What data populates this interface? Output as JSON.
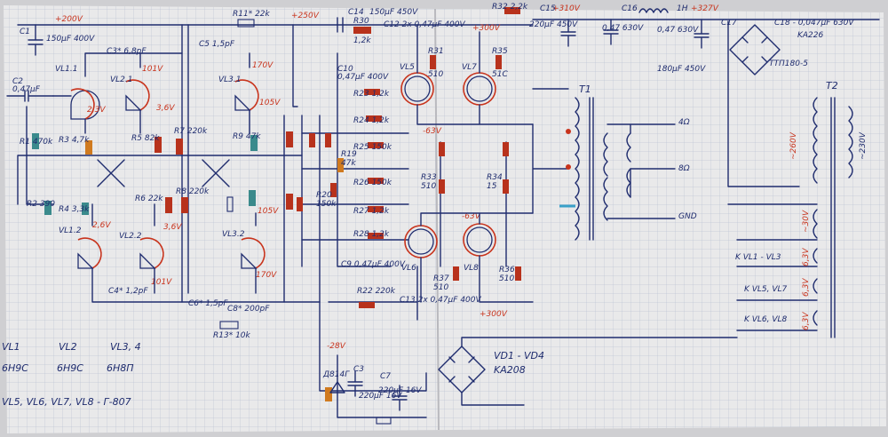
{
  "diagram": {
    "voltages": {
      "top_200": "+200V",
      "top_250": "+250V",
      "top_300": "+300V",
      "top_310": "+310V",
      "top_327": "+327V",
      "bottom_300": "+300V",
      "minus_28": "-28V",
      "minus_63a": "-63V",
      "minus_63b": "-63V"
    },
    "tubes": {
      "vl1_1": "VL1.1",
      "vl2_1": "VL2.1",
      "vl3_1": "VL3.1",
      "vl1_2": "VL1.2",
      "vl2_2": "VL2.2",
      "vl3_2": "VL3.2",
      "vl5": "VL5",
      "vl7": "VL7",
      "vl6": "VL6",
      "vl8": "VL8"
    },
    "tube_voltages": {
      "v101": "101V",
      "v101b": "101V",
      "v105": "105V",
      "v105b": "105V",
      "v170": "170V",
      "v170b": "170V",
      "v23": "2,3V",
      "v26": "2,6V",
      "v36": "3,6V",
      "v36b": "3,6V"
    },
    "components_top": {
      "c1": "C1",
      "c1_val": "150µF 400V",
      "c2": "C2",
      "c2_val": "0,47µF",
      "c3": "C3* 6,8pF",
      "c5": "C5 1,5pF",
      "r11": "R11* 22k",
      "c14": "C14",
      "c14_val": "150µF 450V",
      "r30": "R30",
      "r30_val": "1,2k",
      "c12": "C12 2x 0,47µF 400V",
      "r32": "R32 2,2k",
      "c15": "C15",
      "c16": "C16",
      "c17": "C17",
      "c18": "C18 - 0,047µF 630V",
      "bridge_top": "KA226",
      "transformer2": "TTП180-5",
      "t1": "T1",
      "t2": "T2"
    },
    "components_mid": {
      "c10": "C10",
      "c10_val": "0,47µF 400V",
      "r23": "R23 1,2k",
      "r24": "R24 1,2k",
      "r25": "R25 150k",
      "r26": "R26 150k",
      "r27": "R27 1,2k",
      "r28": "R28 1,2k",
      "r31": "R31",
      "r31_val": "510",
      "r35": "R35",
      "r35_val": "51C",
      "r1": "R1 470k",
      "r2": "R2 390",
      "r3": "R3 4,7k",
      "r4": "R4 3,3k",
      "r5": "R5 82k",
      "r6": "R6 22k",
      "r7": "R7 220k",
      "r8": "R8 220k",
      "r9": "R9 47k",
      "r20": "R20",
      "r20_val": "150k",
      "r19": "R19",
      "r19_val": "47k",
      "c9": "C9 0,47µF 400V",
      "cap_220": "220µF 450V",
      "cap_04a": "0,47 630V",
      "cap_04b": "0,47 630V",
      "cap_180": "180µF 450V",
      "choke": "1H",
      "out_4": "4Ω",
      "out_8": "8Ω",
      "out_gnd": "GND",
      "r33": "R33",
      "r33_val": "510",
      "r34": "R34",
      "r34_val": "15",
      "r36": "R36",
      "r36_val": "510",
      "r37": "R37",
      "r37_val": "510"
    },
    "components_bottom": {
      "r22": "R22 220k",
      "c13": "C13 2x 0,47µF 400V",
      "c4": "C4* 1,2pF",
      "c6": "C6* 1,5pF",
      "c8": "C8* 200pF",
      "r13": "R13* 10k",
      "diode": "Д814Г",
      "c3b": "C3",
      "c3b_val": "220µF 16V",
      "c7": "C7",
      "c7_val": "220µF 16V",
      "bridge_bottom_title": "VD1 - VD4",
      "bridge_bottom_part": "KA208"
    },
    "windings": {
      "v260": "~260V",
      "v230": "~230V",
      "v30": "~30V",
      "v63a": "6,3V",
      "v63b": "6,3V",
      "v63c": "6,3V",
      "k1": "K VL1 - VL3",
      "k2": "K VL5, VL7",
      "k3": "K VL6, VL8"
    },
    "legend": {
      "row1_a": "VL1",
      "row1_b": "VL2",
      "row1_c": "VL3, 4",
      "row2_a": "6H9C",
      "row2_b": "6H9C",
      "row2_c": "6H8П",
      "row3": "VL5, VL6, VL7, VL8 - Г-807"
    }
  }
}
